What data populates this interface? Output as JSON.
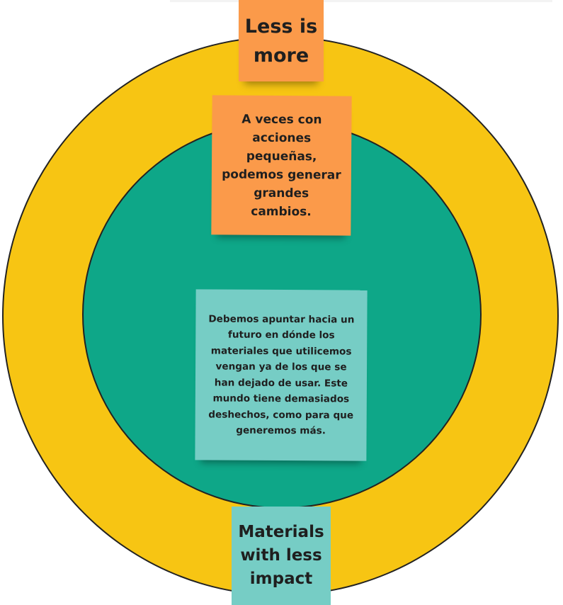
{
  "notes": {
    "top": "Less is more",
    "middle": "A veces con acciones pequeñas, podemos generar grandes cambios.",
    "center": "Debemos apuntar hacia un futuro en dónde los materiales que utilicemos vengan ya de los que se han dejado de usar. Este mundo tiene demasiados deshechos, como para que generemos más.",
    "bottom": "Materials with less impact"
  },
  "colors": {
    "outer_ring": "#f7c513",
    "inner_circle": "#0ea788",
    "orange_note": "#fb9a4a",
    "teal_note": "#76cdc5"
  }
}
